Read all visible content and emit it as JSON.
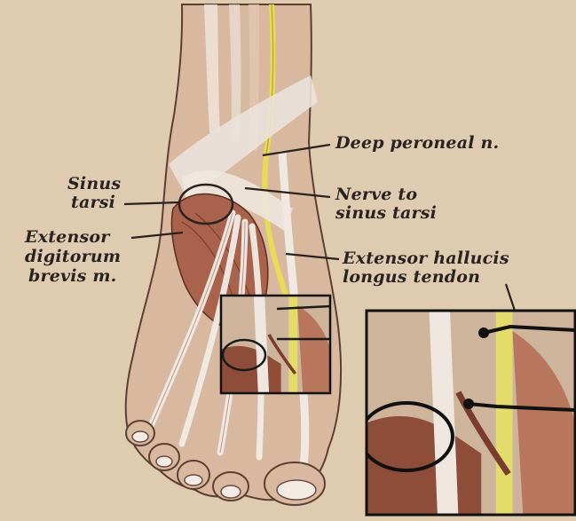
{
  "labels": {
    "deep_peroneal": "Deep peroneal n.",
    "sinus_tarsi_1": "Sinus",
    "sinus_tarsi_2": "tarsi",
    "nerve_to_1": "Nerve to",
    "nerve_to_2": "sinus tarsi",
    "edb_1": "Extensor",
    "edb_2": "digitorum",
    "edb_3": "brevis m.",
    "ehl_1": "Extensor hallucis",
    "ehl_2": "longus tendon"
  },
  "colors": {
    "paper": "#dcc6aa",
    "skin": "#d9b9a0",
    "muscle": "#a8604a",
    "tendon": "#efe6de",
    "nerve": "#e8df58",
    "outline": "#3a2a24",
    "frame": "#111111"
  }
}
